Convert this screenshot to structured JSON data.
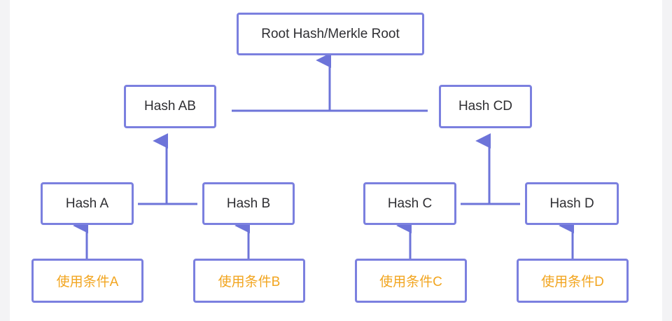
{
  "colors": {
    "node_border": "#7b80df",
    "connector": "#6d74d9",
    "node_text": "#2f2f33",
    "leaf_text": "#f2a51f",
    "background": "#ffffff"
  },
  "diagram": {
    "root": {
      "label": "Root Hash/Merkle Root"
    },
    "level1": [
      {
        "label": "Hash AB"
      },
      {
        "label": "Hash CD"
      }
    ],
    "level2": [
      {
        "label": "Hash A"
      },
      {
        "label": "Hash B"
      },
      {
        "label": "Hash C"
      },
      {
        "label": "Hash D"
      }
    ],
    "leaves": [
      {
        "label": "使用条件A"
      },
      {
        "label": "使用条件B"
      },
      {
        "label": "使用条件C"
      },
      {
        "label": "使用条件D"
      }
    ]
  }
}
